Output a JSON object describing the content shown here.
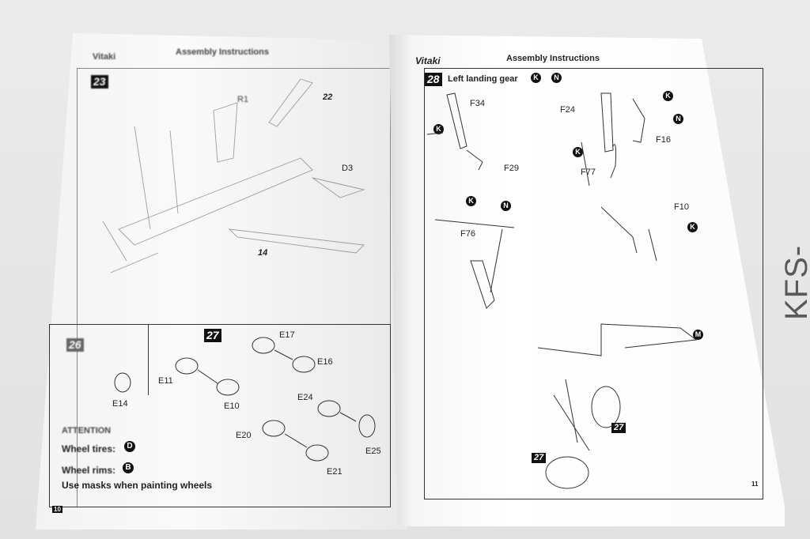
{
  "watermark": "KFS-miniatures",
  "left_page": {
    "logo": "Vitaki",
    "header": "Assembly Instructions",
    "step_top": "23",
    "step_bottom_left": "26",
    "step_27": "27",
    "parts": {
      "r1": "R1",
      "d3": "D3",
      "n22": "22",
      "n14": "14",
      "e14": "E14",
      "e11": "E11",
      "e10": "E10",
      "e17": "E17",
      "e16": "E16",
      "e24": "E24",
      "e25": "E25",
      "e20": "E20",
      "e21": "E21"
    },
    "attention": {
      "title": "ATTENTION",
      "tires": "Wheel tires:",
      "tires_code": "D",
      "rims": "Wheel rims:",
      "rims_code": "B",
      "masks": "Use masks when painting wheels"
    },
    "page_number": "10"
  },
  "right_page": {
    "logo": "Vitaki",
    "header": "Assembly Instructions",
    "step": "28",
    "step_title": "Left landing gear",
    "title_codes": [
      "K",
      "N"
    ],
    "parts": {
      "f34": "F34",
      "f29": "F29",
      "f24": "F24",
      "f16": "F16",
      "f77": "F77",
      "f76": "F76",
      "f10": "F10",
      "n27a": "27",
      "n27b": "27"
    },
    "codes": {
      "k1": "K",
      "k2": "K",
      "n1": "N",
      "k3": "K",
      "k4": "K",
      "n2": "N",
      "k5": "K",
      "m1": "M"
    },
    "page_number": "11"
  }
}
